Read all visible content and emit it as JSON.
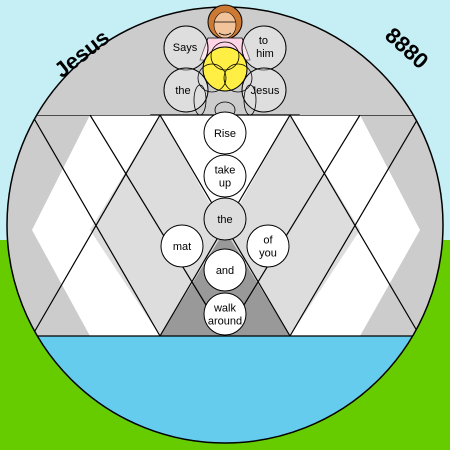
{
  "title_left": "Jesus",
  "title_right": "8880",
  "top_words": [
    "Says",
    "to him",
    "the",
    "Jesus"
  ],
  "column_words": [
    "Rise",
    "take up",
    "the",
    "mat",
    "of you",
    "and",
    "walk around"
  ],
  "colors": {
    "sky": "#c6eef5",
    "grass": "#66cc00",
    "water": "#66ccee",
    "light_gray": "#cccccc",
    "dark_gray": "#999999",
    "white": "#ffffff",
    "halo": "#ffee44",
    "hair": "#cc7a33",
    "skin": "#f2c29a"
  }
}
